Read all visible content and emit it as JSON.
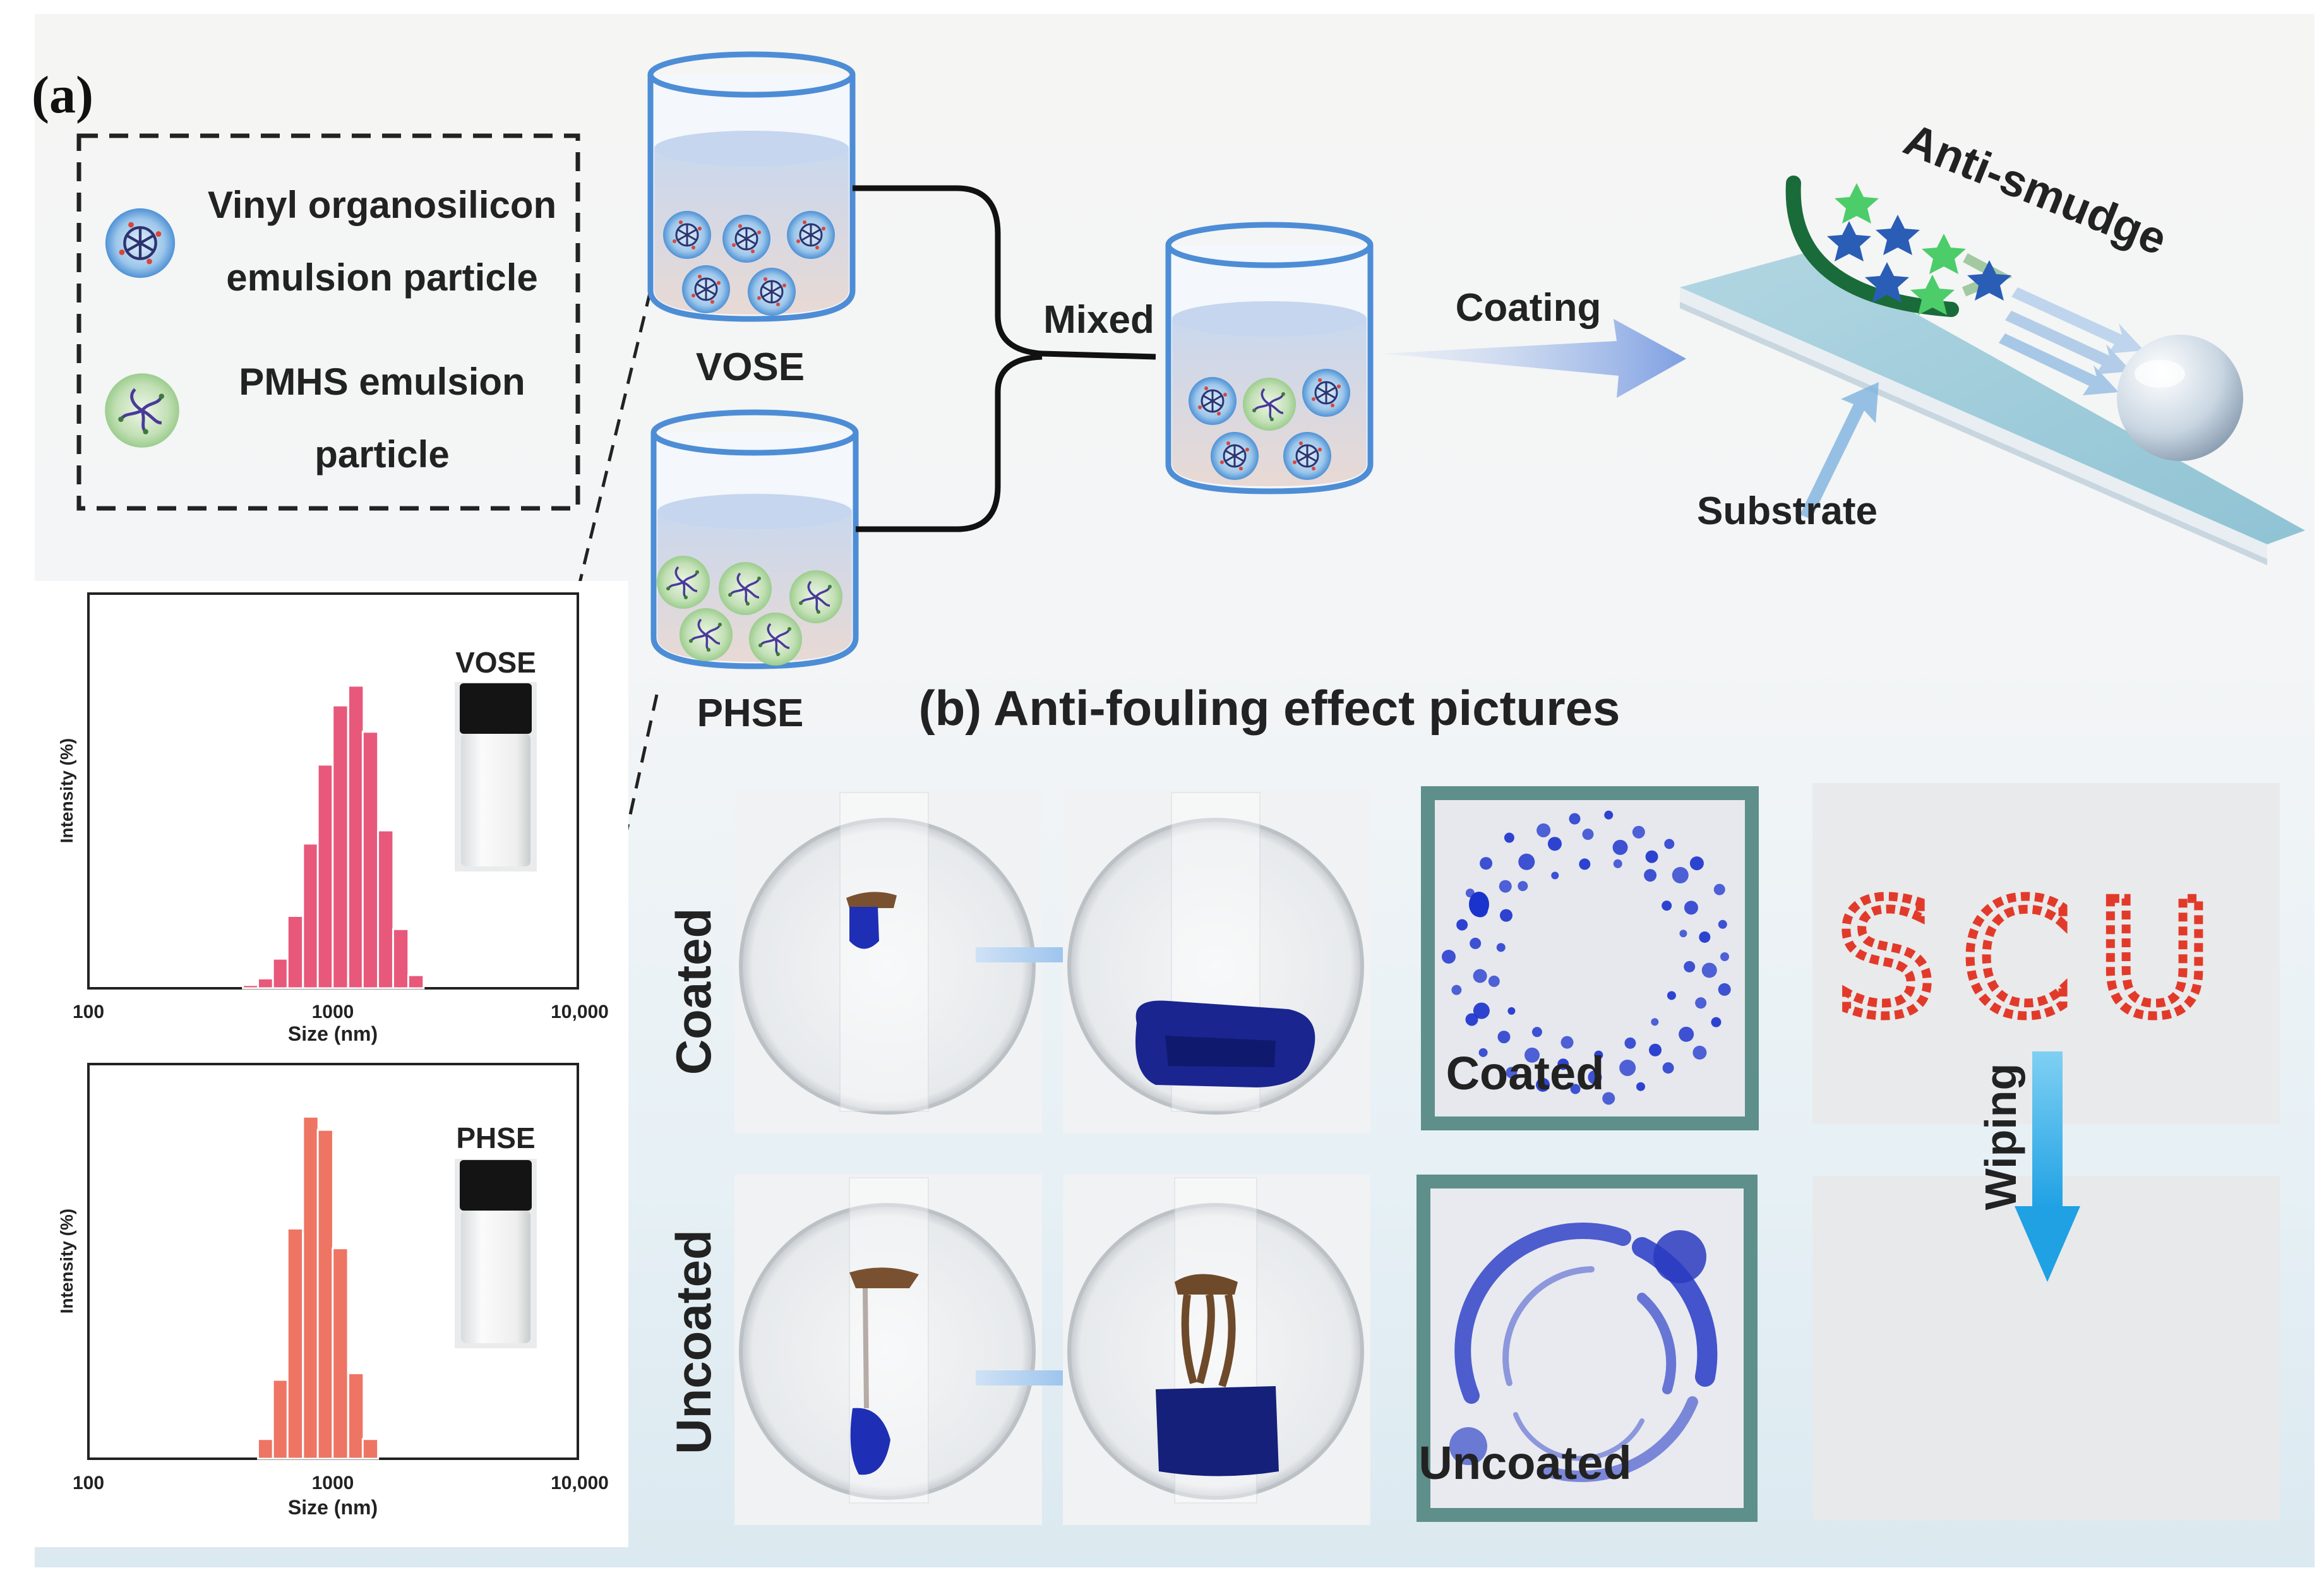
{
  "panel_a": {
    "label": "(a)",
    "legend": {
      "vinyl_line1": "Vinyl organosilicon",
      "vinyl_line2": "emulsion particle",
      "pmhs_line1": "PMHS emulsion",
      "pmhs_line2": "particle"
    },
    "beakers": {
      "vose": "VOSE",
      "phse": "PHSE"
    },
    "mixed_label": "Mixed",
    "coating_label": "Coating",
    "anti_smudge_label": "Anti-smudge",
    "substrate_label": "Substrate"
  },
  "panel_b": {
    "title": "(b) Anti-fouling effect pictures",
    "row_coated": "Coated",
    "row_uncoated": "Uncoated",
    "inset_coated": "Coated",
    "inset_uncoated": "Uncoated",
    "scu_text": "SCU",
    "wiping_label": "Wiping"
  },
  "colors": {
    "vose_bars": "#e8587a",
    "phse_bars": "#ee7464",
    "coated_dots": "#1a33cc",
    "ink_blue": "#2233bb",
    "frame_teal": "#5e8f8a",
    "scu_red": "#e23a2a",
    "wipe_arrow": "#29a8e6"
  },
  "chart_data": [
    {
      "type": "bar",
      "xscale": "log",
      "xlabel": "Size (nm)",
      "ylabel": "Intensity (%)",
      "tick_labels": [
        "100",
        "1000",
        "10,000"
      ],
      "sample_label": "VOSE",
      "x": [
        460,
        530,
        610,
        700,
        810,
        930,
        1070,
        1240,
        1420,
        1640,
        1890,
        2180
      ],
      "values": [
        0.5,
        1.5,
        4.5,
        11,
        22,
        34,
        43,
        46,
        39,
        24,
        9,
        2
      ]
    },
    {
      "type": "bar",
      "xscale": "log",
      "xlabel": "Size (nm)",
      "ylabel": "Intensity (%)",
      "tick_labels": [
        "100",
        "1000",
        "10,000"
      ],
      "sample_label": "PHSE",
      "x": [
        530,
        610,
        700,
        810,
        930,
        1070,
        1240,
        1420
      ],
      "values": [
        3,
        12,
        35,
        52,
        50,
        32,
        13,
        3
      ]
    }
  ]
}
